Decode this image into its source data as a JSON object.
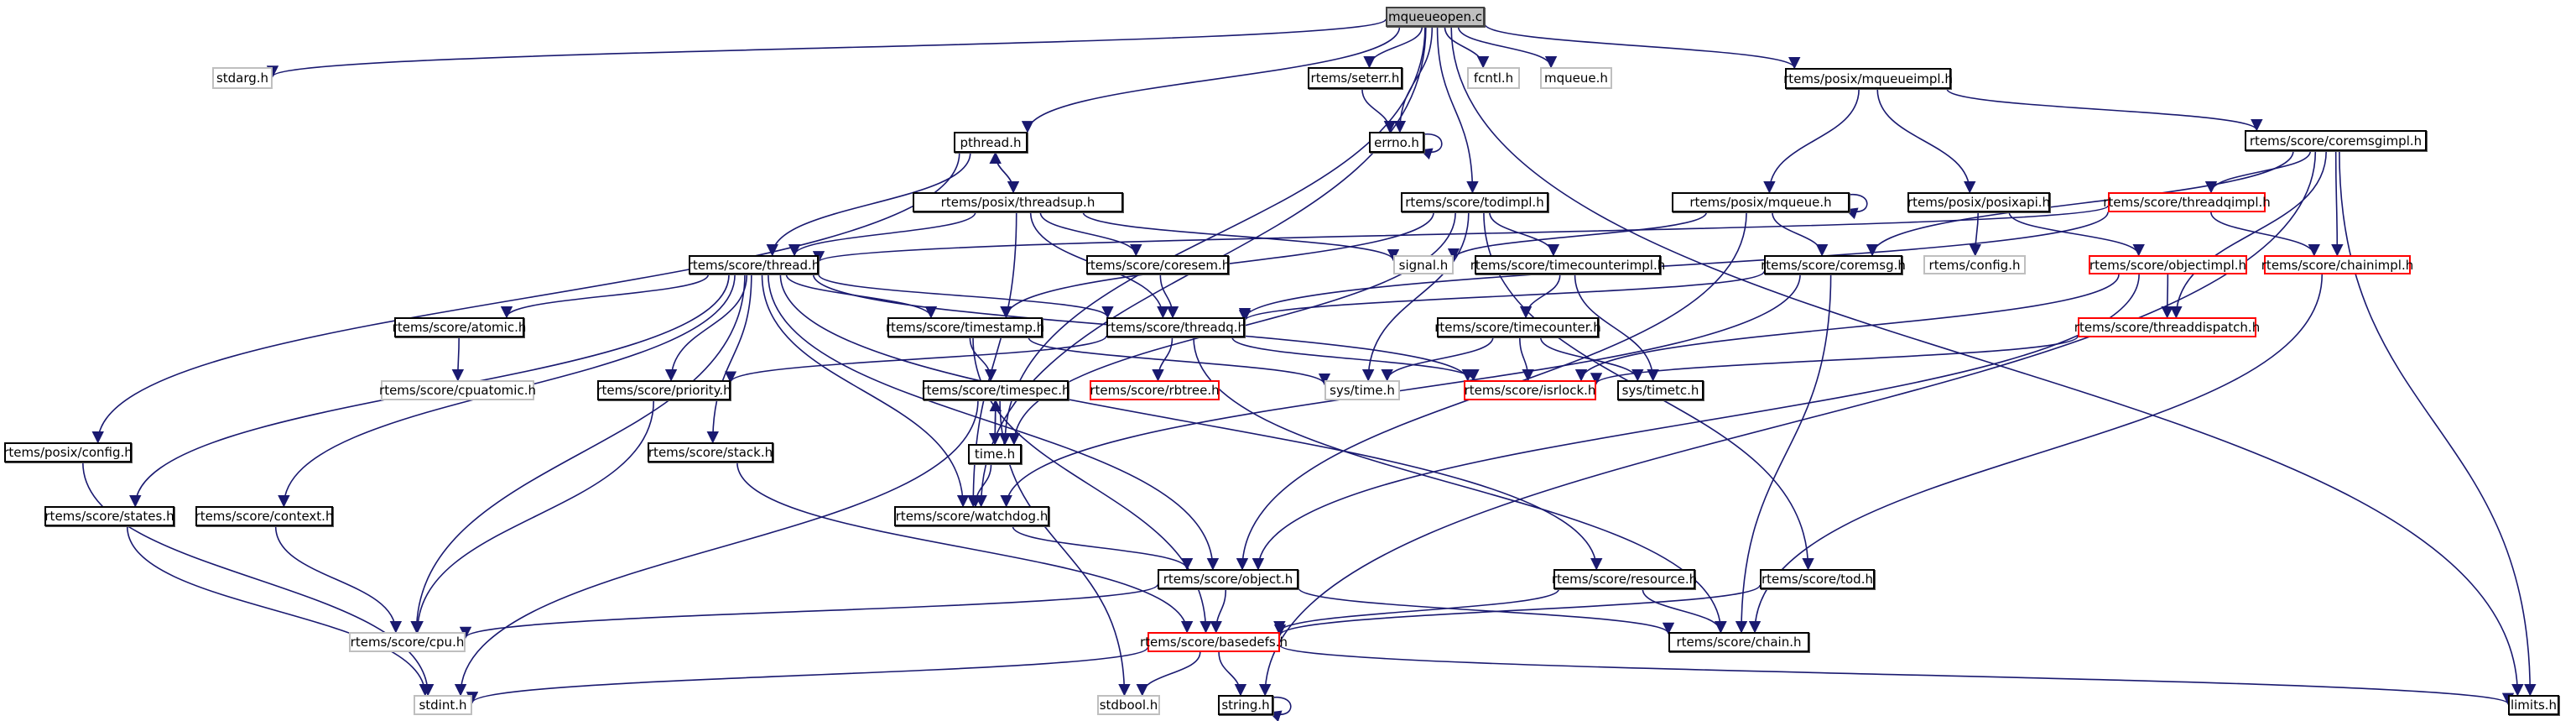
{
  "title": "mqueueopen.c",
  "colors": {
    "edge": "#191970",
    "normal_border": "#000000",
    "external_border": "#bfbfbf",
    "truncated_border": "#ff0000",
    "root_fill": "#bfbfbf"
  },
  "nodes": [
    {
      "id": "mqueueopen",
      "label": "mqueueopen.c",
      "kind": "root"
    },
    {
      "id": "stdarg",
      "label": "stdarg.h",
      "kind": "ext"
    },
    {
      "id": "seterr",
      "label": "rtems/seterr.h",
      "kind": "normal"
    },
    {
      "id": "fcntl",
      "label": "fcntl.h",
      "kind": "ext"
    },
    {
      "id": "mqueue",
      "label": "mqueue.h",
      "kind": "ext"
    },
    {
      "id": "mqueueimpl",
      "label": "rtems/posix/mqueueimpl.h",
      "kind": "normal"
    },
    {
      "id": "pthread",
      "label": "pthread.h",
      "kind": "normal"
    },
    {
      "id": "errno",
      "label": "errno.h",
      "kind": "normal"
    },
    {
      "id": "coremsgimpl",
      "label": "rtems/score/coremsgimpl.h",
      "kind": "normal"
    },
    {
      "id": "threadsup",
      "label": "rtems/posix/threadsup.h",
      "kind": "normal"
    },
    {
      "id": "todimpl",
      "label": "rtems/score/todimpl.h",
      "kind": "normal"
    },
    {
      "id": "posixmqueue",
      "label": "rtems/posix/mqueue.h",
      "kind": "normal"
    },
    {
      "id": "posixapi",
      "label": "rtems/posix/posixapi.h",
      "kind": "normal"
    },
    {
      "id": "threadqimpl",
      "label": "rtems/score/threadqimpl.h",
      "kind": "red"
    },
    {
      "id": "thread",
      "label": "rtems/score/thread.h",
      "kind": "normal"
    },
    {
      "id": "coresem",
      "label": "rtems/score/coresem.h",
      "kind": "normal"
    },
    {
      "id": "signal",
      "label": "signal.h",
      "kind": "ext"
    },
    {
      "id": "timecounterimpl",
      "label": "rtems/score/timecounterimpl.h",
      "kind": "normal"
    },
    {
      "id": "coremsg",
      "label": "rtems/score/coremsg.h",
      "kind": "normal"
    },
    {
      "id": "config",
      "label": "rtems/config.h",
      "kind": "ext"
    },
    {
      "id": "objectimpl",
      "label": "rtems/score/objectimpl.h",
      "kind": "red"
    },
    {
      "id": "chainimpl",
      "label": "rtems/score/chainimpl.h",
      "kind": "red"
    },
    {
      "id": "atomic",
      "label": "rtems/score/atomic.h",
      "kind": "normal"
    },
    {
      "id": "timestamp",
      "label": "rtems/score/timestamp.h",
      "kind": "normal"
    },
    {
      "id": "threadq",
      "label": "rtems/score/threadq.h",
      "kind": "normal"
    },
    {
      "id": "timecounter",
      "label": "rtems/score/timecounter.h",
      "kind": "normal"
    },
    {
      "id": "threaddispatch",
      "label": "rtems/score/threaddispatch.h",
      "kind": "red"
    },
    {
      "id": "cpuatomic",
      "label": "rtems/score/cpuatomic.h",
      "kind": "ext"
    },
    {
      "id": "priority",
      "label": "rtems/score/priority.h",
      "kind": "normal"
    },
    {
      "id": "timespec",
      "label": "rtems/score/timespec.h",
      "kind": "normal"
    },
    {
      "id": "rbtree",
      "label": "rtems/score/rbtree.h",
      "kind": "red"
    },
    {
      "id": "systime",
      "label": "sys/time.h",
      "kind": "ext"
    },
    {
      "id": "isrlock",
      "label": "rtems/score/isrlock.h",
      "kind": "red"
    },
    {
      "id": "systimetc",
      "label": "sys/timetc.h",
      "kind": "normal"
    },
    {
      "id": "posixconfig",
      "label": "rtems/posix/config.h",
      "kind": "normal"
    },
    {
      "id": "stack",
      "label": "rtems/score/stack.h",
      "kind": "normal"
    },
    {
      "id": "time",
      "label": "time.h",
      "kind": "normal"
    },
    {
      "id": "states",
      "label": "rtems/score/states.h",
      "kind": "normal"
    },
    {
      "id": "context",
      "label": "rtems/score/context.h",
      "kind": "normal"
    },
    {
      "id": "watchdog",
      "label": "rtems/score/watchdog.h",
      "kind": "normal"
    },
    {
      "id": "object",
      "label": "rtems/score/object.h",
      "kind": "normal"
    },
    {
      "id": "resource",
      "label": "rtems/score/resource.h",
      "kind": "normal"
    },
    {
      "id": "tod",
      "label": "rtems/score/tod.h",
      "kind": "normal"
    },
    {
      "id": "cpu",
      "label": "rtems/score/cpu.h",
      "kind": "ext"
    },
    {
      "id": "basedefs",
      "label": "rtems/score/basedefs.h",
      "kind": "red"
    },
    {
      "id": "chain",
      "label": "rtems/score/chain.h",
      "kind": "normal"
    },
    {
      "id": "stdint",
      "label": "stdint.h",
      "kind": "ext"
    },
    {
      "id": "stdbool",
      "label": "stdbool.h",
      "kind": "ext"
    },
    {
      "id": "string",
      "label": "string.h",
      "kind": "normal"
    },
    {
      "id": "limits",
      "label": "limits.h",
      "kind": "normal"
    }
  ],
  "edges": [
    [
      "mqueueopen",
      "stdarg"
    ],
    [
      "mqueueopen",
      "seterr"
    ],
    [
      "mqueueopen",
      "fcntl"
    ],
    [
      "mqueueopen",
      "mqueue"
    ],
    [
      "mqueueopen",
      "mqueueimpl"
    ],
    [
      "mqueueopen",
      "pthread"
    ],
    [
      "mqueueopen",
      "errno"
    ],
    [
      "mqueueopen",
      "todimpl"
    ],
    [
      "mqueueopen",
      "watchdog"
    ],
    [
      "mqueueopen",
      "time"
    ],
    [
      "mqueueopen",
      "limits"
    ],
    [
      "seterr",
      "errno"
    ],
    [
      "errno",
      "errno"
    ],
    [
      "mqueueimpl",
      "posixmqueue"
    ],
    [
      "mqueueimpl",
      "posixapi"
    ],
    [
      "mqueueimpl",
      "coremsgimpl"
    ],
    [
      "pthread",
      "threadsup"
    ],
    [
      "threadsup",
      "pthread"
    ],
    [
      "pthread",
      "thread"
    ],
    [
      "pthread",
      "posixconfig"
    ],
    [
      "threadsup",
      "thread"
    ],
    [
      "threadsup",
      "coresem"
    ],
    [
      "threadsup",
      "threadq"
    ],
    [
      "threadsup",
      "signal"
    ],
    [
      "threadsup",
      "watchdog"
    ],
    [
      "todimpl",
      "timestamp"
    ],
    [
      "todimpl",
      "timecounterimpl"
    ],
    [
      "todimpl",
      "systime"
    ],
    [
      "todimpl",
      "time"
    ],
    [
      "todimpl",
      "tod"
    ],
    [
      "posixmqueue",
      "posixmqueue"
    ],
    [
      "posixmqueue",
      "coremsg"
    ],
    [
      "posixmqueue",
      "signal"
    ],
    [
      "posixmqueue",
      "object"
    ],
    [
      "posixapi",
      "config"
    ],
    [
      "posixapi",
      "objectimpl"
    ],
    [
      "coremsgimpl",
      "coremsg"
    ],
    [
      "coremsgimpl",
      "threadqimpl"
    ],
    [
      "coremsgimpl",
      "chainimpl"
    ],
    [
      "coremsgimpl",
      "threaddispatch"
    ],
    [
      "coremsgimpl",
      "string"
    ],
    [
      "coremsgimpl",
      "limits"
    ],
    [
      "threadqimpl",
      "thread"
    ],
    [
      "threadqimpl",
      "chainimpl"
    ],
    [
      "threadqimpl",
      "threadq"
    ],
    [
      "thread",
      "atomic"
    ],
    [
      "thread",
      "timestamp"
    ],
    [
      "thread",
      "threadq"
    ],
    [
      "thread",
      "priority"
    ],
    [
      "thread",
      "stack"
    ],
    [
      "thread",
      "states"
    ],
    [
      "thread",
      "context"
    ],
    [
      "thread",
      "watchdog"
    ],
    [
      "thread",
      "object"
    ],
    [
      "thread",
      "resource"
    ],
    [
      "thread",
      "isrlock"
    ],
    [
      "thread",
      "cpu"
    ],
    [
      "coresem",
      "threadq"
    ],
    [
      "timecounterimpl",
      "timecounter"
    ],
    [
      "timecounterimpl",
      "systimetc"
    ],
    [
      "coremsg",
      "threadq"
    ],
    [
      "coremsg",
      "watchdog"
    ],
    [
      "coremsg",
      "chain"
    ],
    [
      "objectimpl",
      "threaddispatch"
    ],
    [
      "objectimpl",
      "isrlock"
    ],
    [
      "objectimpl",
      "object"
    ],
    [
      "chainimpl",
      "chain"
    ],
    [
      "atomic",
      "cpuatomic"
    ],
    [
      "timestamp",
      "timespec"
    ],
    [
      "timestamp",
      "systime"
    ],
    [
      "timestamp",
      "basedefs"
    ],
    [
      "threadq",
      "rbtree"
    ],
    [
      "threadq",
      "isrlock"
    ],
    [
      "threadq",
      "priority"
    ],
    [
      "threadq",
      "chain"
    ],
    [
      "timecounter",
      "systime"
    ],
    [
      "timecounter",
      "isrlock"
    ],
    [
      "timecounter",
      "systimetc"
    ],
    [
      "threaddispatch",
      "isrlock"
    ],
    [
      "priority",
      "cpu"
    ],
    [
      "timespec",
      "time"
    ],
    [
      "time",
      "timespec"
    ],
    [
      "timespec",
      "stdbool"
    ],
    [
      "timespec",
      "stdint"
    ],
    [
      "posixconfig",
      "stdint"
    ],
    [
      "stack",
      "basedefs"
    ],
    [
      "time",
      "watchdog"
    ],
    [
      "states",
      "stdint"
    ],
    [
      "context",
      "cpu"
    ],
    [
      "watchdog",
      "object"
    ],
    [
      "object",
      "basedefs"
    ],
    [
      "object",
      "cpu"
    ],
    [
      "object",
      "chain"
    ],
    [
      "resource",
      "basedefs"
    ],
    [
      "resource",
      "chain"
    ],
    [
      "tod",
      "basedefs"
    ],
    [
      "basedefs",
      "stdint"
    ],
    [
      "basedefs",
      "stdbool"
    ],
    [
      "basedefs",
      "string"
    ],
    [
      "basedefs",
      "limits"
    ],
    [
      "string",
      "string"
    ]
  ]
}
